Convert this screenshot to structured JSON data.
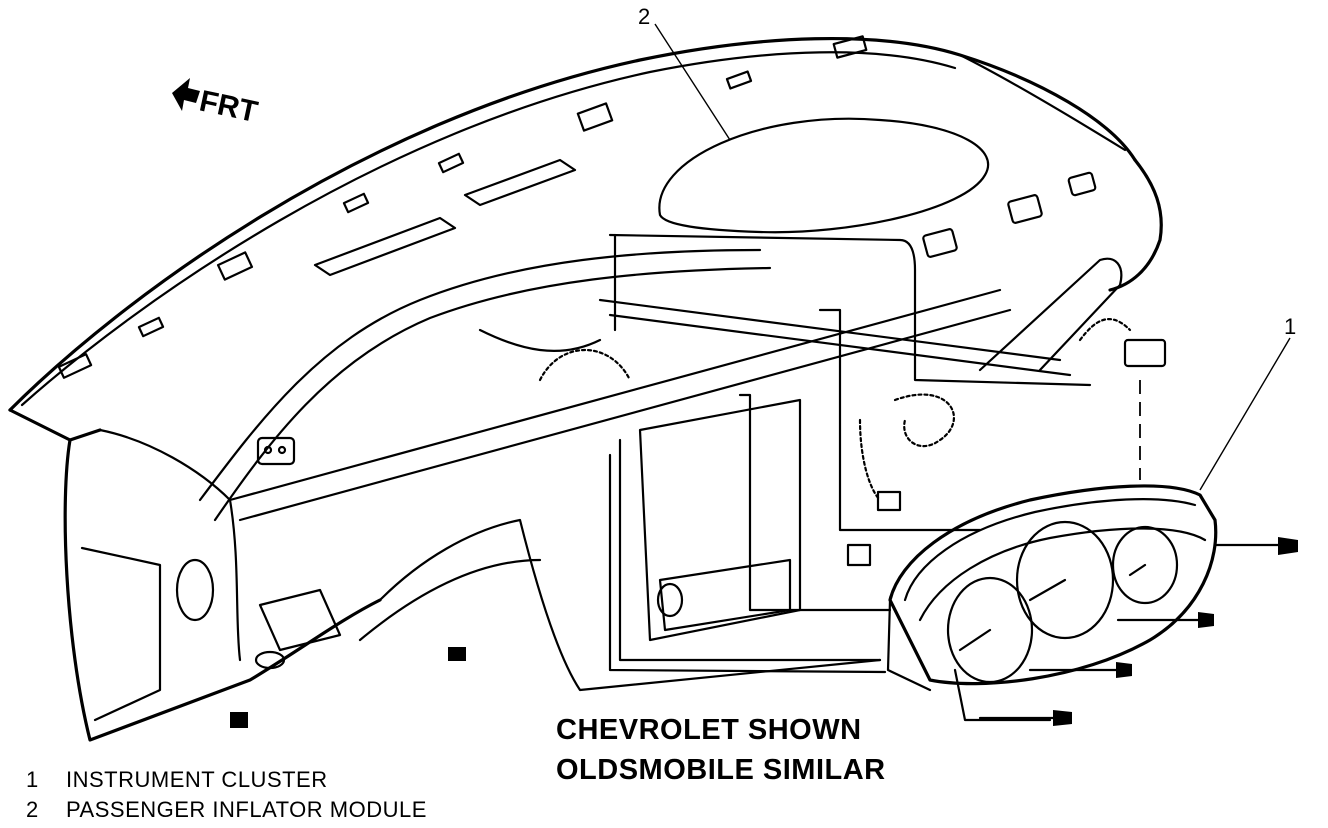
{
  "diagram": {
    "orientation_label": "FRT",
    "callouts": [
      {
        "id": "1",
        "label": "1"
      },
      {
        "id": "2",
        "label": "2"
      }
    ],
    "caption_lines": [
      "CHEVROLET SHOWN",
      "OLDSMOBILE SIMILAR"
    ],
    "legend": [
      {
        "number": "1",
        "text": "INSTRUMENT CLUSTER"
      },
      {
        "number": "2",
        "text": "PASSENGER INFLATOR MODULE"
      }
    ],
    "colors": {
      "line": "#000000",
      "background": "#ffffff"
    }
  }
}
